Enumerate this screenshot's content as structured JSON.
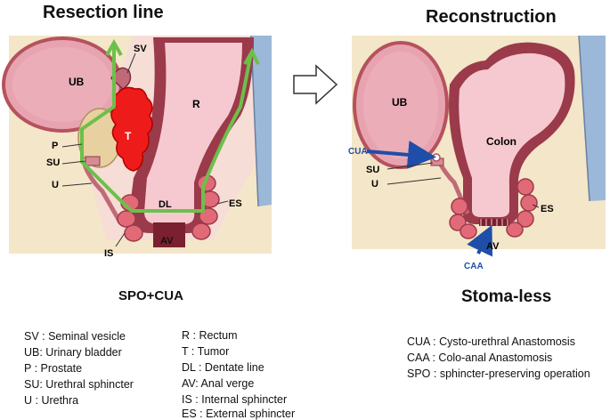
{
  "titles": {
    "left": "Resection line",
    "right": "Reconstruction"
  },
  "left_labels": {
    "ub": "UB",
    "sv": "SV",
    "t": "T",
    "r": "R",
    "p": "P",
    "su": "SU",
    "u": "U",
    "dl": "DL",
    "es": "ES",
    "is": "IS",
    "av": "AV"
  },
  "right_labels": {
    "ub": "UB",
    "colon": "Colon",
    "cua": "CUA",
    "su": "SU",
    "u": "U",
    "es": "ES",
    "av": "AV",
    "caa": "CAA"
  },
  "captions": {
    "left": "SPO+CUA",
    "right": "Stoma-less"
  },
  "legend_col1": [
    "SV : Seminal vesicle",
    "UB: Urinary bladder",
    "P   : Prostate",
    "SU: Urethral sphincter",
    "U  : Urethra"
  ],
  "legend_col2": [
    "R    : Rectum",
    "T    : Tumor",
    "DL : Dentate line",
    "AV: Anal verge",
    "IS  : Internal sphincter",
    "ES : External sphincter"
  ],
  "legend_col3": [
    "CUA : Cysto-urethral Anastomosis",
    "CAA : Colo-anal Anastomosis",
    "SPO : sphincter-preserving operation"
  ],
  "colors": {
    "skin": "#f4e6c8",
    "tissue": "#f3c9d0",
    "bladder_wall": "#b5525e",
    "rectum_wall": "#9b3a4a",
    "sphincter": "#d6475a",
    "tumor": "#ee1b1b",
    "prostate": "#e8d0a0",
    "resection_line": "#6cc04a",
    "arrow_blue": "#1f4ea8",
    "sacrum": "#9bb8d8"
  }
}
